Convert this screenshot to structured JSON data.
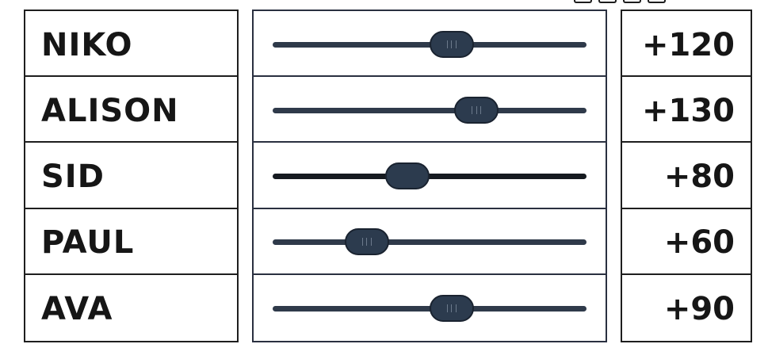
{
  "rows": [
    {
      "name": "NIKO",
      "value_label": "+120",
      "slider_value": 0.57,
      "grip": true
    },
    {
      "name": "ALISON",
      "value_label": "+130",
      "slider_value": 0.65,
      "grip": true
    },
    {
      "name": "SID",
      "value_label": "+80",
      "slider_value": 0.43,
      "grip": false
    },
    {
      "name": "PAUL",
      "value_label": "+60",
      "slider_value": 0.3,
      "grip": true
    },
    {
      "name": "AVA",
      "value_label": "+90",
      "slider_value": 0.57,
      "grip": true
    }
  ],
  "colors": {
    "text": "#161616",
    "track": "#2f3a4a",
    "track_dark": "#161a20",
    "thumb": "#2c3b4e",
    "border": "#1e1e1e"
  }
}
